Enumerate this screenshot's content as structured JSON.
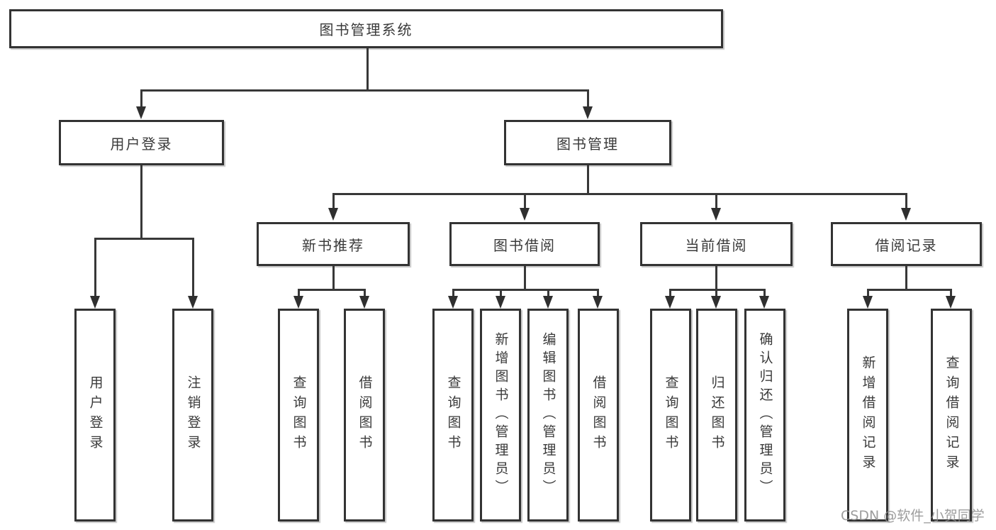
{
  "nodes": {
    "root": "图书管理系统",
    "user_login": "用户登录",
    "book_management": "图书管理",
    "new_book_recommend": "新书推荐",
    "book_borrow": "图书借阅",
    "current_borrow": "当前借阅",
    "borrow_records": "借阅记录",
    "ul_user_login": "用户登录",
    "ul_logout": "注销登录",
    "nb_query_books": "查询图书",
    "nb_borrow_books": "借阅图书",
    "bb_query_books": "查询图书",
    "bb_add_books": "新增图书（管理员）",
    "bb_edit_books": "编辑图书（管理员）",
    "bb_borrow_books": "借阅图书",
    "cb_query_books": "查询图书",
    "cb_return_books": "归还图书",
    "cb_confirm_return": "确认归还（管理员）",
    "br_add_record": "新增借阅记录",
    "br_query_record": "查询借阅记录"
  },
  "watermark": "CSDN @软件_小贺同学"
}
